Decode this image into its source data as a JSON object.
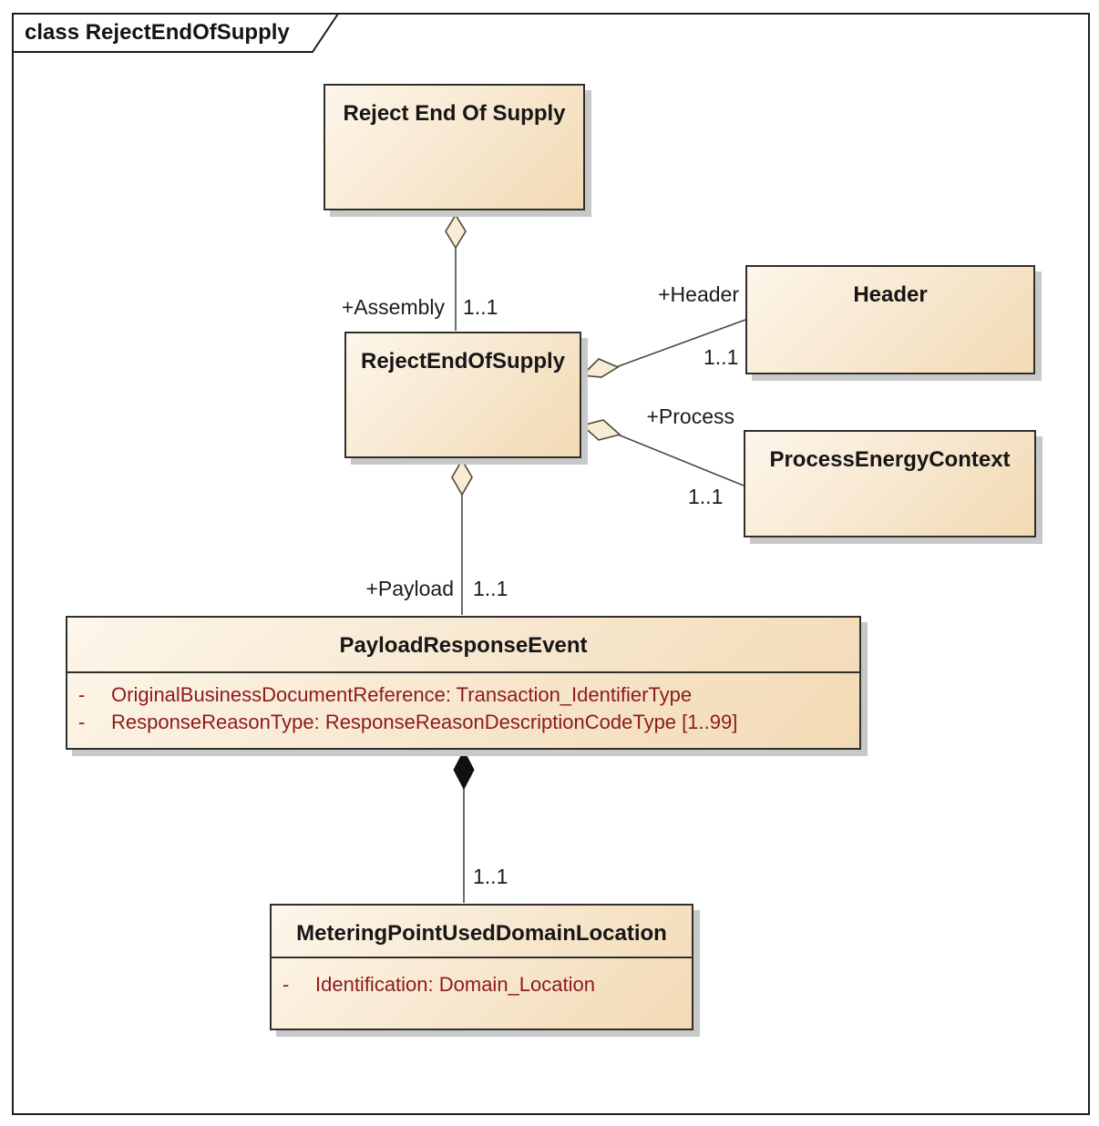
{
  "diagram": {
    "frame_title": "class RejectEndOfSupply",
    "type": "uml-class-diagram"
  },
  "classes": [
    {
      "name": "Reject End Of Supply",
      "attributes": []
    },
    {
      "name": "RejectEndOfSupply",
      "attributes": []
    },
    {
      "name": "Header",
      "attributes": []
    },
    {
      "name": "ProcessEnergyContext",
      "attributes": []
    },
    {
      "name": "PayloadResponseEvent",
      "attributes": [
        {
          "visibility": "-",
          "text": "OriginalBusinessDocumentReference: Transaction_IdentifierType"
        },
        {
          "visibility": "-",
          "text": "ResponseReasonType: ResponseReasonDescriptionCodeType [1..99]"
        }
      ]
    },
    {
      "name": "MeteringPointUsedDomainLocation",
      "attributes": [
        {
          "visibility": "-",
          "text": "Identification: Domain_Location"
        }
      ]
    }
  ],
  "relationships": [
    {
      "type": "aggregation",
      "from": "Reject End Of Supply",
      "to": "RejectEndOfSupply",
      "role": "+Assembly",
      "multiplicity": "1..1"
    },
    {
      "type": "aggregation",
      "from": "RejectEndOfSupply",
      "to": "Header",
      "role": "+Header",
      "multiplicity": "1..1"
    },
    {
      "type": "aggregation",
      "from": "RejectEndOfSupply",
      "to": "ProcessEnergyContext",
      "role": "+Process",
      "multiplicity": "1..1"
    },
    {
      "type": "aggregation",
      "from": "RejectEndOfSupply",
      "to": "PayloadResponseEvent",
      "role": "+Payload",
      "multiplicity": "1..1"
    },
    {
      "type": "composition",
      "from": "PayloadResponseEvent",
      "to": "MeteringPointUsedDomainLocation",
      "multiplicity": "1..1"
    }
  ],
  "colors": {
    "box_fill_light": "#fdf6ea",
    "box_fill_dark": "#f2dab4",
    "box_border": "#30302a",
    "title_text": "#161616",
    "attribute_text": "#8c1b1b",
    "label_text": "#1c1c1c",
    "shadow": "#c8c8c8",
    "composition_diamond": "#111111",
    "aggregation_diamond_fill": "#faecd4"
  }
}
